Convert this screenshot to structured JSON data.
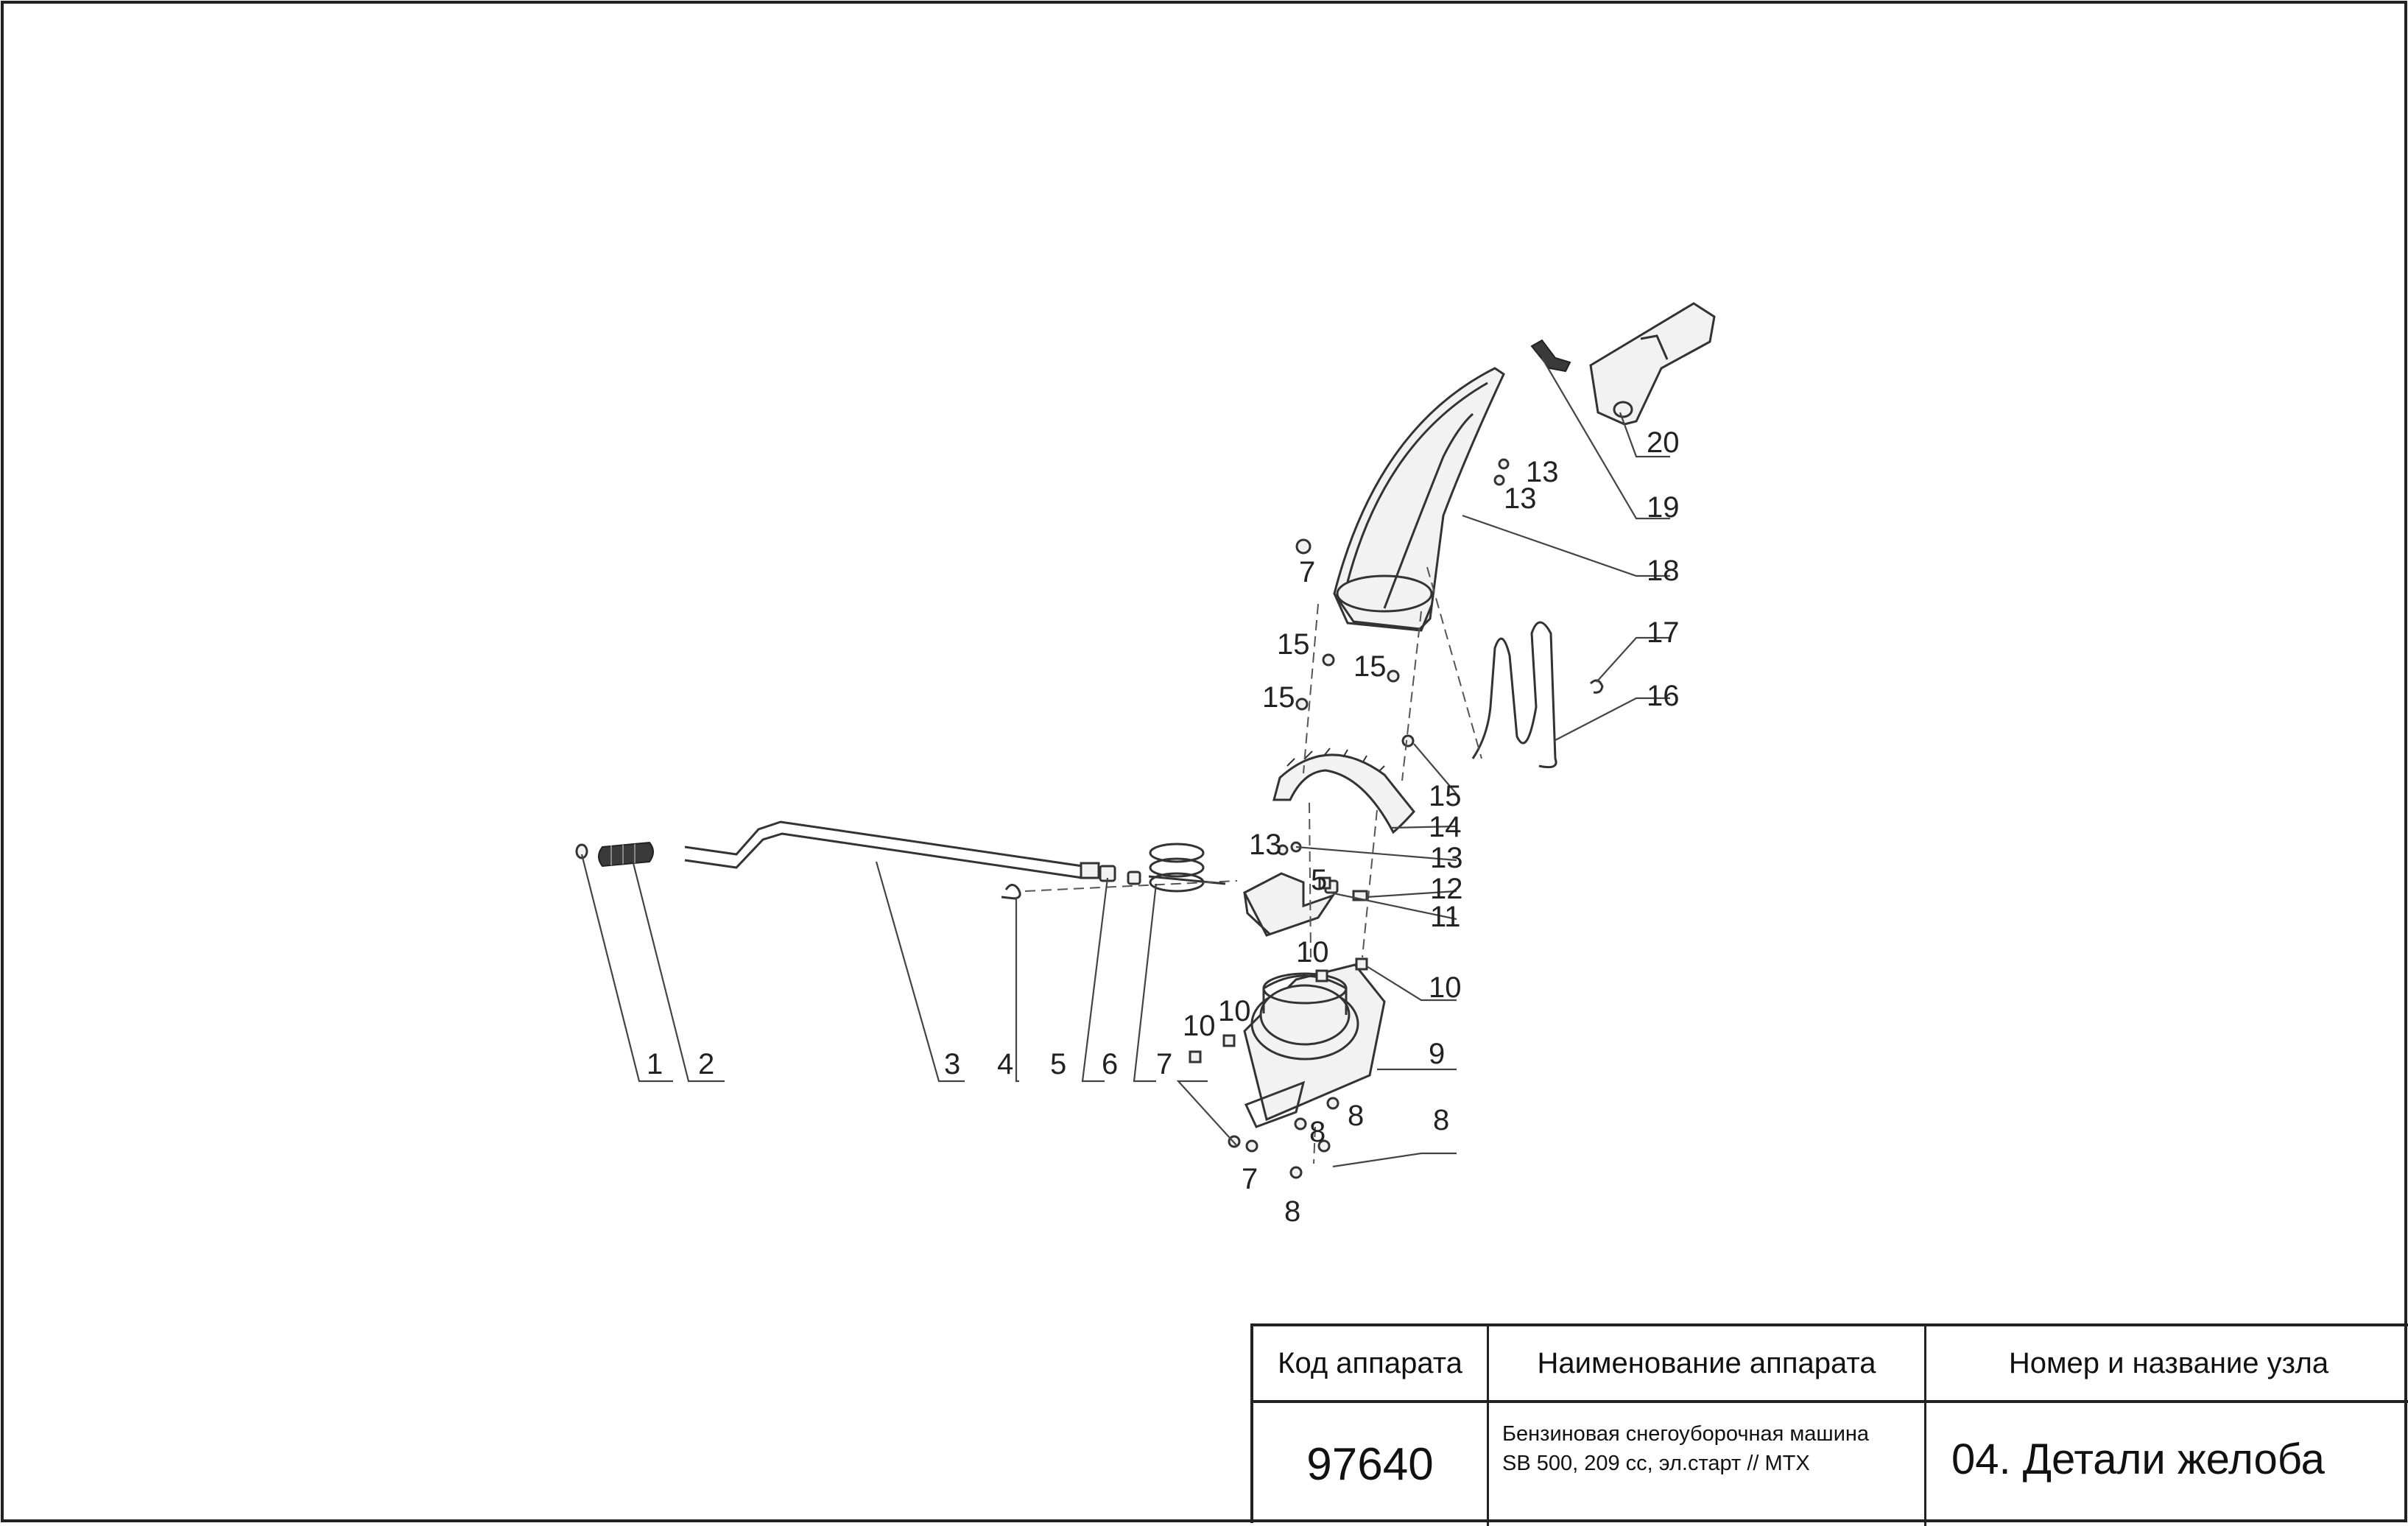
{
  "callouts": {
    "c1": "1",
    "c2": "2",
    "c3": "3",
    "c4": "4",
    "c5a": "5",
    "c5b": "5",
    "c6": "6",
    "c7a": "7",
    "c7b": "7",
    "c7c": "7",
    "c8a": "8",
    "c8b": "8",
    "c8c": "8",
    "c8d": "8",
    "c9": "9",
    "c10a": "10",
    "c10b": "10",
    "c10c": "10",
    "c10d": "10",
    "c11": "11",
    "c12": "12",
    "c13a": "13",
    "c13b": "13",
    "c13c": "13",
    "c13d": "13",
    "c14": "14",
    "c15a": "15",
    "c15b": "15",
    "c15c": "15",
    "c15d": "15",
    "c16": "16",
    "c17": "17",
    "c18": "18",
    "c19": "19",
    "c20": "20"
  },
  "title_block": {
    "code_header": "Код аппарата",
    "name_header": "Наименование аппарата",
    "node_header": "Номер и название узла",
    "code_value": "97640",
    "name_line1": "Бензиновая снегоуборочная машина",
    "name_line2": "SB 500, 209 cc, эл.старт // MTX",
    "node_value": "04. Детали желоба"
  }
}
